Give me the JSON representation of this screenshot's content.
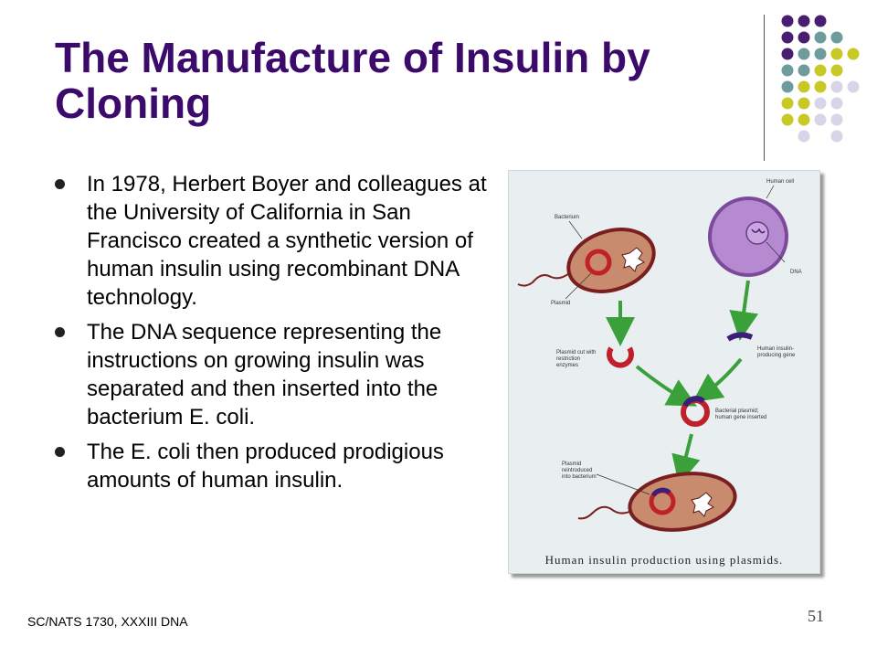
{
  "slide": {
    "title": "The Manufacture of Insulin by Cloning",
    "bullets": [
      "In 1978, Herbert Boyer and colleagues at the University of California in San Francisco created a synthetic version of human insulin using recombinant DNA technology.",
      "The DNA sequence representing the instructions on growing insulin was separated and then inserted into the bacterium E. coli.",
      "The E. coli then produced prodigious amounts of human insulin."
    ],
    "footer": "SC/NATS 1730, XXXIII DNA",
    "page_number": "51"
  },
  "figure": {
    "caption": "Human insulin production using plasmids.",
    "labels": {
      "human_cell": "Human cell",
      "bacterium": "Bacterium",
      "dna": "DNA",
      "plasmid": "Plasmid",
      "plasmid_cut_1": "Plasmid cut with",
      "plasmid_cut_2": "restriction",
      "plasmid_cut_3": "enzymes",
      "human_gene_1": "Human insulin-",
      "human_gene_2": "producing gene",
      "bacterial_plasmid_1": "Bacterial plasmid;",
      "bacterial_plasmid_2": "human gene inserted",
      "reintroduced_1": "Plasmid",
      "reintroduced_2": "reintroduced",
      "reintroduced_3": "into bacterium"
    }
  },
  "theme": {
    "title_color": "#3b0a6b",
    "dot_purple": "#4a1e6e",
    "dot_teal": "#6e9c9c",
    "dot_olive": "#c8c826",
    "dot_lavender": "#d6d6e8"
  }
}
